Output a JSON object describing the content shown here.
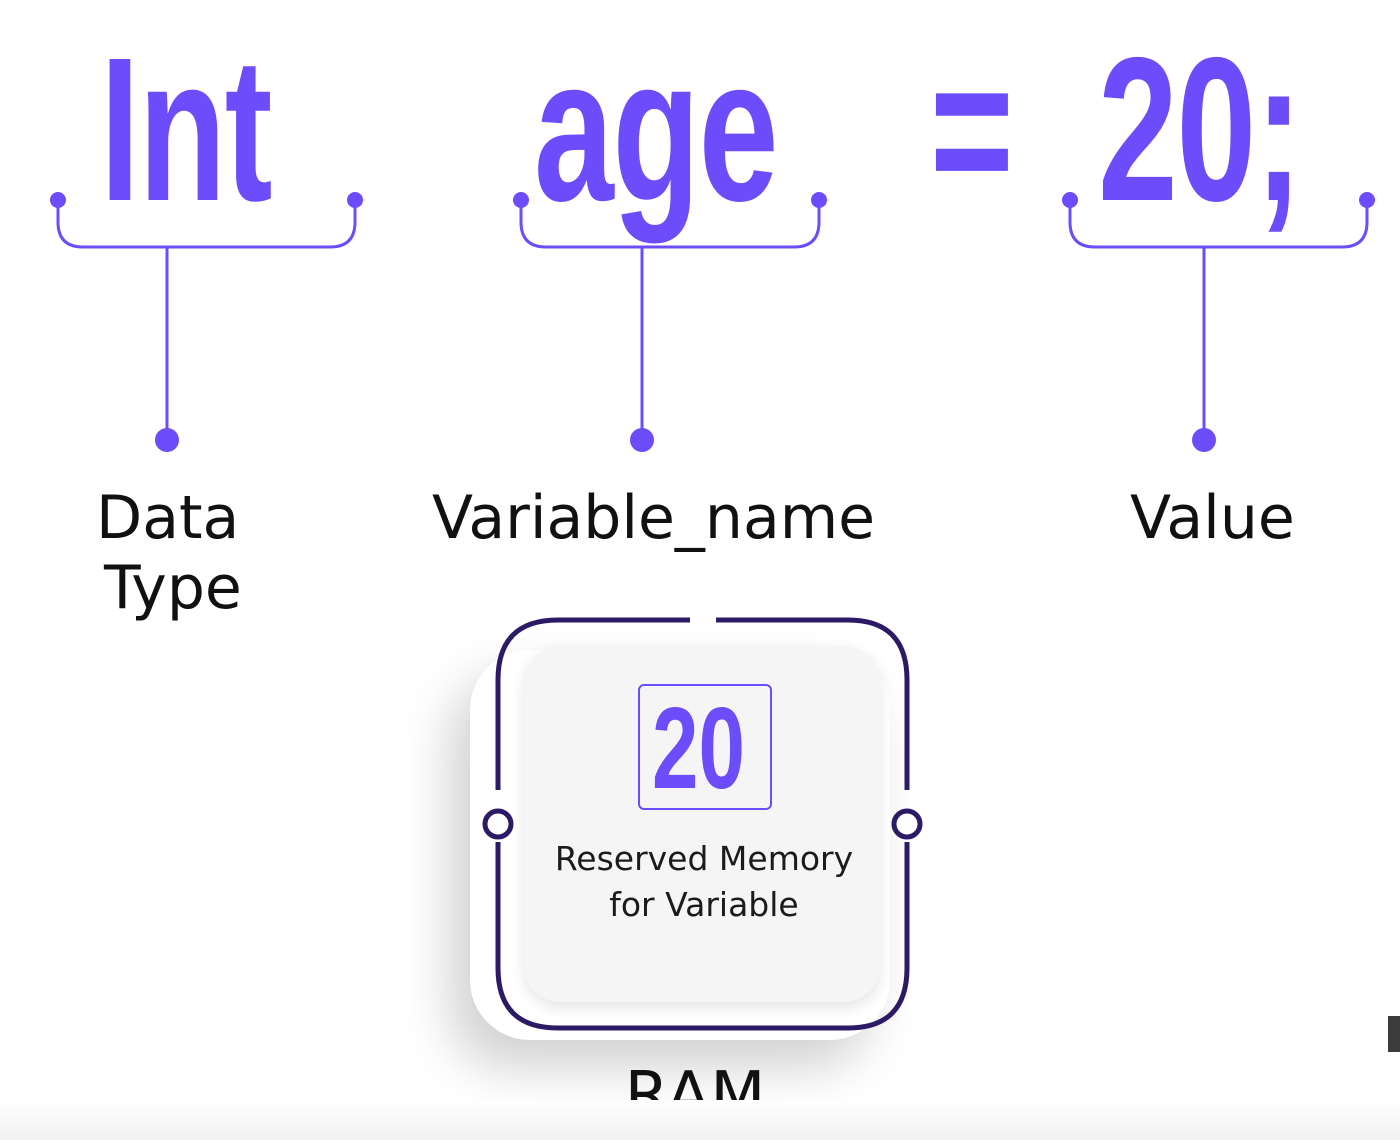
{
  "code": {
    "type_keyword": "Int",
    "variable": "age",
    "operator": "=",
    "value": "20;"
  },
  "labels": {
    "data_type_line1": "Data",
    "data_type_line2": "Type",
    "variable_name": "Variable_name",
    "value": "Value"
  },
  "ram": {
    "stored_value": "20",
    "caption_line1": "Reserved Memory",
    "caption_line2": "for Variable",
    "label": "RAM"
  },
  "colors": {
    "accent": "#6c4cfb",
    "frame": "#2d1a66",
    "text": "#111111"
  }
}
